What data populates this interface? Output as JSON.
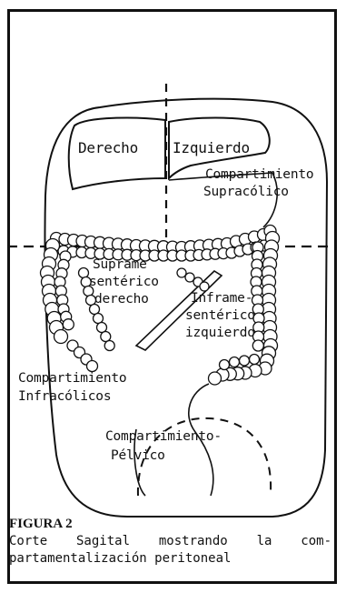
{
  "labels": {
    "derecho": "Derecho",
    "izquierdo": "Izquierdo",
    "supracolico_1": "Compartimiento",
    "supracolico_2": "Supracólico",
    "supramesenterico_1": "Suprame",
    "supramesenterico_2": "sentérico",
    "supramesenterico_3": "derecho",
    "inframesenterico_1": "Inframe-",
    "inframesenterico_2": "sentérico",
    "inframesenterico_3": "izquierdo",
    "infracolicos_1": "Compartimiento",
    "infracolicos_2": "Infracólicos",
    "pelvico_1": "Compartimiento-",
    "pelvico_2": "Pélvico"
  },
  "caption": {
    "title": "FIGURA 2",
    "line1": "Corte Sagital mostrando la com-",
    "line2": "partamentalización peritoneal"
  },
  "colors": {
    "ink": "#111111",
    "background": "#ffffff"
  }
}
